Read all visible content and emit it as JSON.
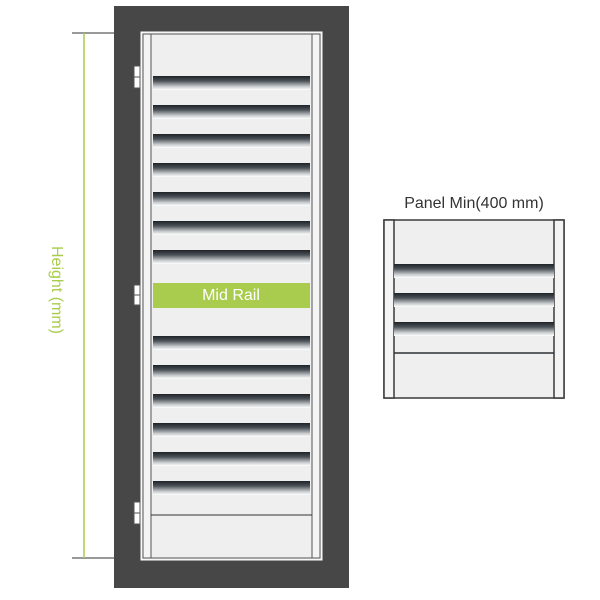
{
  "diagram": {
    "height_label": "Height (mm)",
    "mid_rail_label": "Mid Rail",
    "panel_min_label": "Panel Min(400 mm)"
  },
  "colors": {
    "frame": "#474747",
    "accent": "#a9cc4e",
    "stile": "#efefef",
    "louver_dark": "#2d3236",
    "panel_outline": "#3a3a3a"
  }
}
